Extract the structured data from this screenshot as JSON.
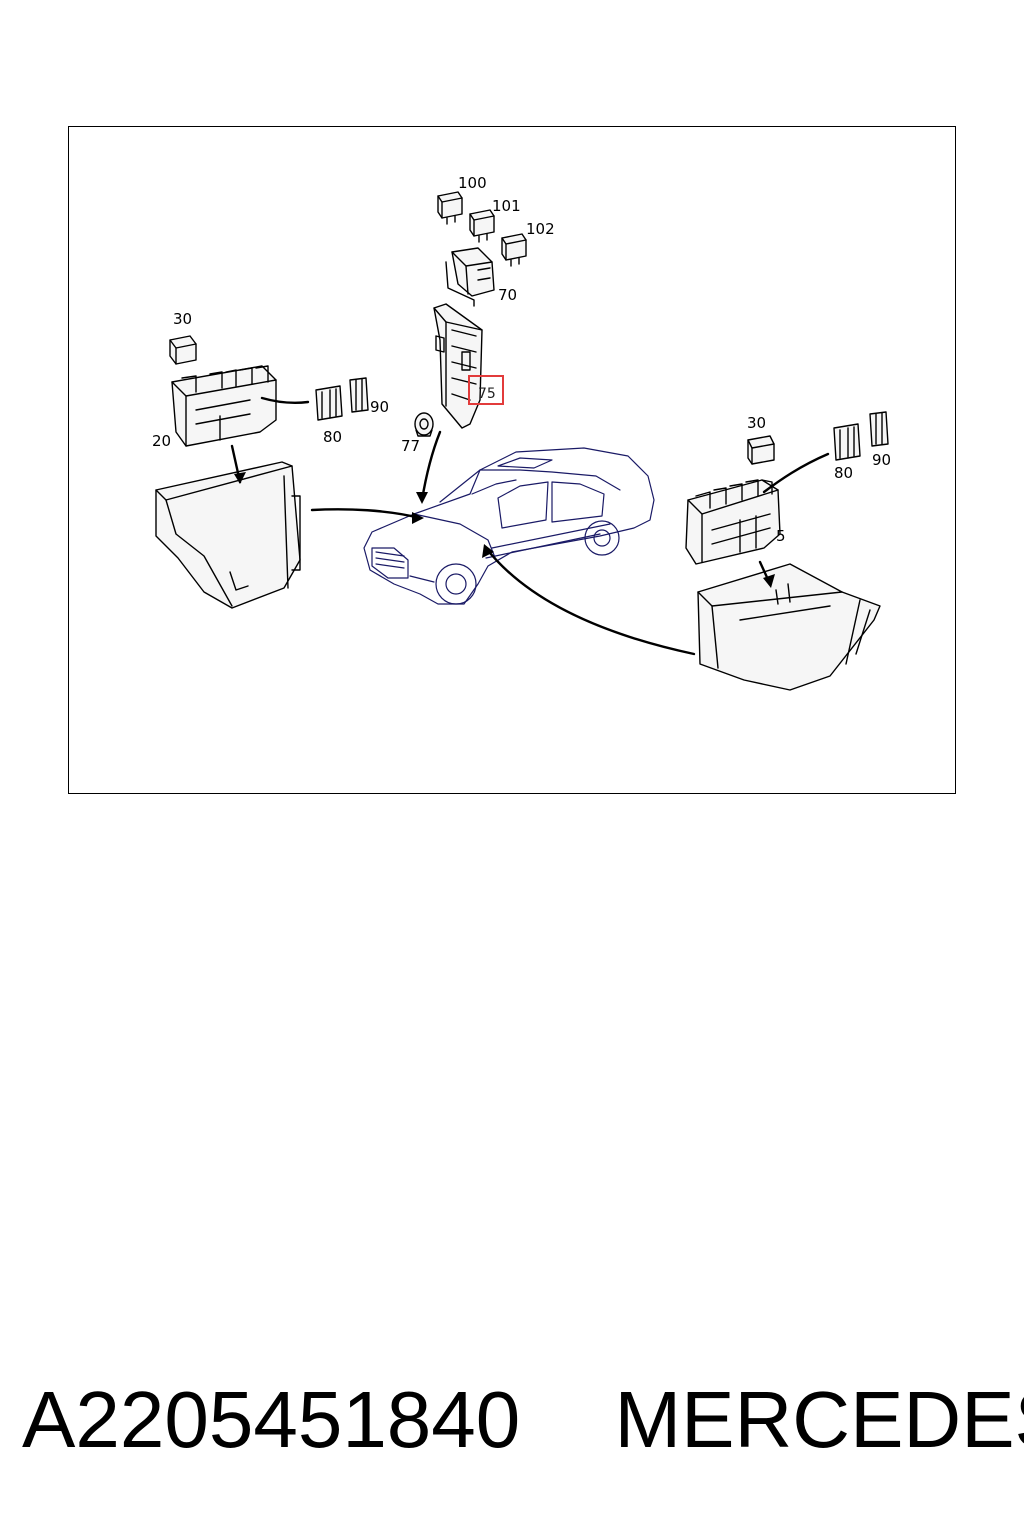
{
  "diagram": {
    "callouts": {
      "c100": "100",
      "c101": "101",
      "c102": "102",
      "c70": "70",
      "c75": "75",
      "c77": "77",
      "c30_left": "30",
      "c20": "20",
      "c80_left": "80",
      "c90_left": "90",
      "c30_right": "30",
      "c80_right": "80",
      "c90_right": "90",
      "c5": "5"
    },
    "highlight_color": "#e23b3b"
  },
  "caption": {
    "part_number": "A2205451840",
    "brand": "MERCEDES"
  }
}
